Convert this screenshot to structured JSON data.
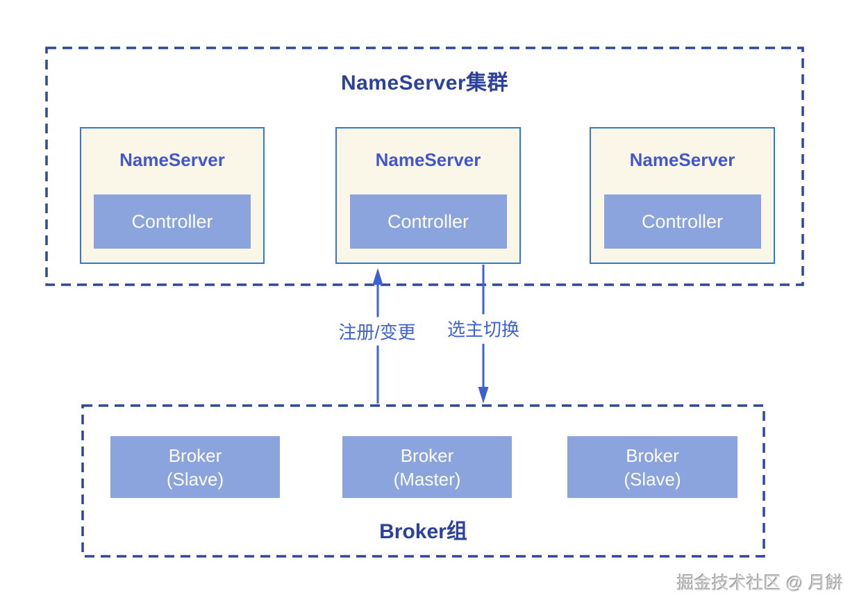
{
  "diagram": {
    "nameserver_cluster": {
      "title": "NameServer集群",
      "nodes": [
        {
          "label": "NameServer",
          "controller_label": "Controller"
        },
        {
          "label": "NameServer",
          "controller_label": "Controller"
        },
        {
          "label": "NameServer",
          "controller_label": "Controller"
        }
      ]
    },
    "arrows": [
      {
        "label": "注册/变更",
        "direction": "up"
      },
      {
        "label": "选主切换",
        "direction": "down"
      }
    ],
    "broker_group": {
      "title": "Broker组",
      "brokers": [
        {
          "name": "Broker",
          "role": "(Slave)"
        },
        {
          "name": "Broker",
          "role": "(Master)"
        },
        {
          "name": "Broker",
          "role": "(Slave)"
        }
      ]
    },
    "watermark": "掘金技术社区 @ 月餅",
    "colors": {
      "dashed_border": "#2b489c",
      "heading_text": "#2c4199",
      "solid_box_border": "#2a7cd0",
      "panel_fill": "#faf7e8",
      "node_fill": "#8ca4dd",
      "node_text": "#fdfdfd",
      "nameserver_label_text": "#4356cb",
      "arrow": "#3e62d2",
      "watermark_text": "#d0d0d0"
    }
  }
}
